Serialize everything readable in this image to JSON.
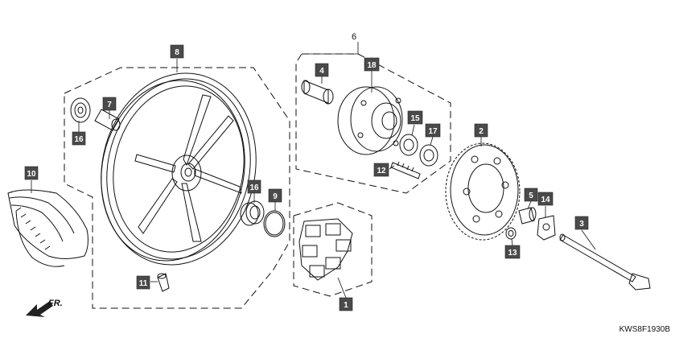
{
  "diagram_code": "KWS8F1930B",
  "group_label": "6",
  "direction_label": "FR.",
  "callouts": {
    "c1": "1",
    "c2": "2",
    "c3": "3",
    "c4": "4",
    "c5": "5",
    "c7": "7",
    "c8": "8",
    "c9": "9",
    "c10": "10",
    "c11": "11",
    "c12": "12",
    "c13": "13",
    "c14": "14",
    "c15": "15",
    "c16a": "16",
    "c16b": "16",
    "c17": "17",
    "c18": "18"
  }
}
